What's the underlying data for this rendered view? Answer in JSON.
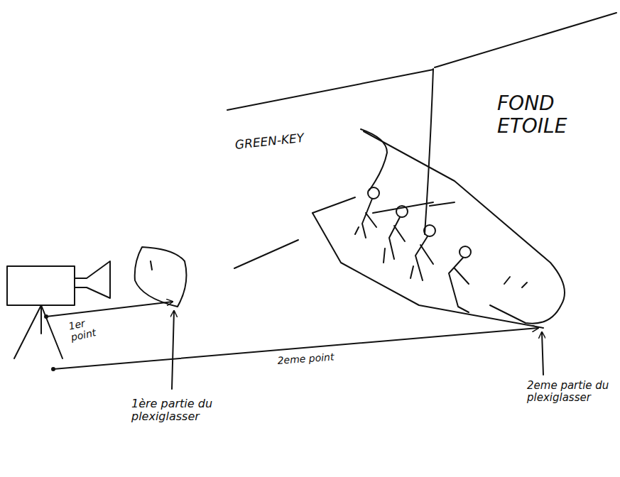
{
  "diagram": {
    "labels": [
      "FOND ETOILE",
      "GREEN-KEY",
      "1er point",
      "2eme point",
      "1ère partie du plexiglasser",
      "2eme partie du plexiglasser"
    ]
  }
}
